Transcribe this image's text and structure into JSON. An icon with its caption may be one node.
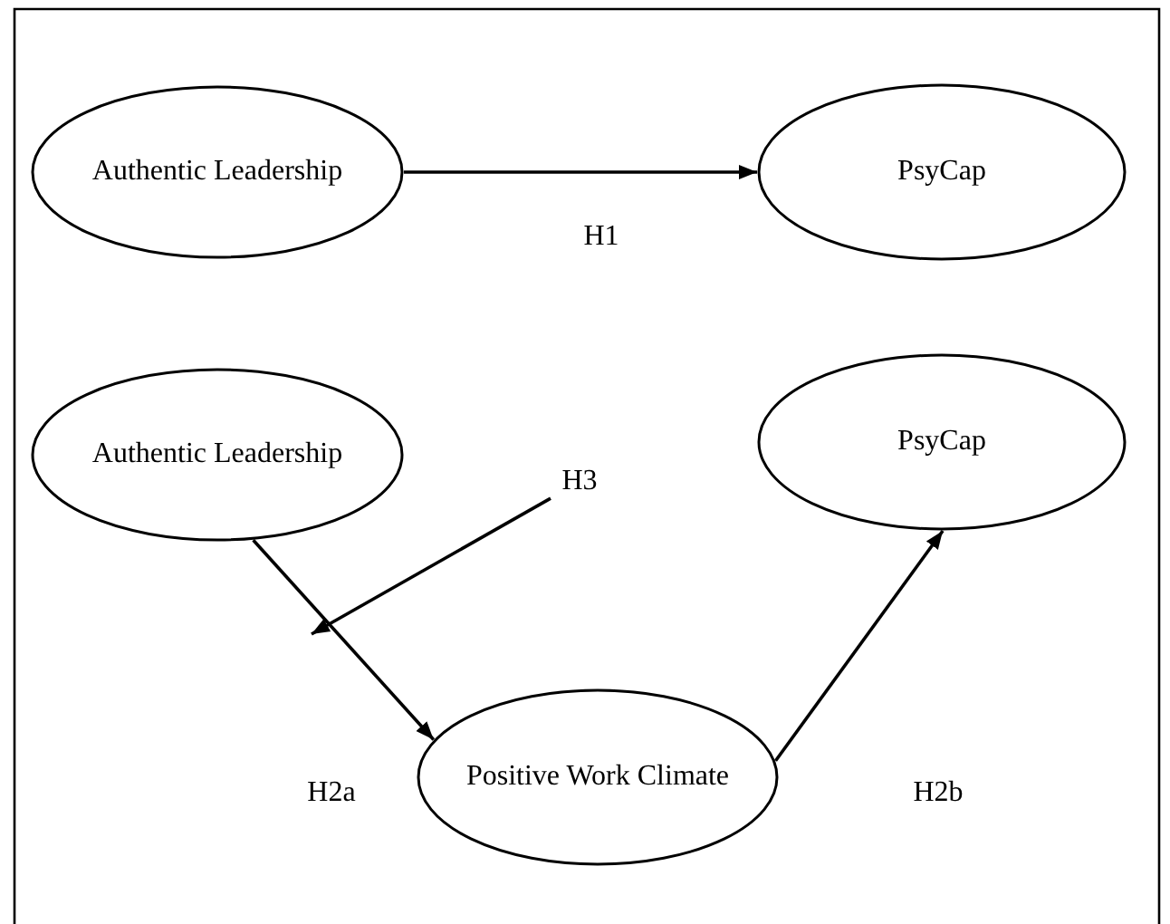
{
  "diagram": {
    "nodes": [
      {
        "text": [
          "Authentic Leadership"
        ]
      },
      {
        "text": [
          "PsyCap"
        ]
      },
      {
        "text": [
          "Authentic Leadership"
        ]
      },
      {
        "text": [
          "PsyCap"
        ]
      },
      {
        "text": [
          "Positive Work Climate"
        ]
      },
      {
        "text": [
          "H3"
        ]
      }
    ],
    "edges": [
      {
        "from": 0,
        "to": 1,
        "arrow": "to",
        "label": "H1"
      },
      {
        "from": 2,
        "to": 4,
        "arrow": "to",
        "label": "H2a"
      },
      {
        "from": 4,
        "to": 3,
        "arrow": "to",
        "label": "H2b"
      },
      {
        "from": 5,
        "to": null,
        "arrow": "to"
      }
    ]
  }
}
